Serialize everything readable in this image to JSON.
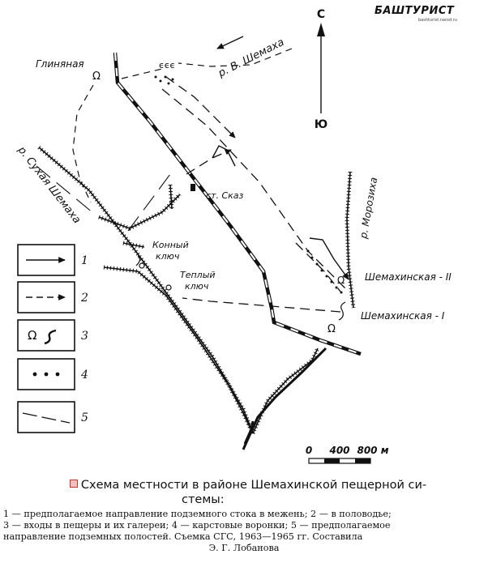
{
  "brand": {
    "name": "БАШТУРИСТ",
    "site": "bashturist.narod.ru"
  },
  "compass": {
    "north": "С",
    "south": "Ю"
  },
  "labels": {
    "glinyanaya": "Глиняная",
    "v_shemakha": "р. В. Шемаха",
    "sukhaya_shemakha": "р. Сухая Шемаха",
    "st_skaz": "ст. Сказ",
    "moroznikha": "р. Морозиха",
    "konny_klyuch_1": "Конный",
    "konny_klyuch_2": "ключ",
    "teply_klyuch_1": "Теплый",
    "teply_klyuch_2": "ключ",
    "shemakhinskaya_2": "Шемахинская - II",
    "shemakhinskaya_1": "Шемахинская - I"
  },
  "legend": [
    {
      "num": "1",
      "symbol": "solid-arrow"
    },
    {
      "num": "2",
      "symbol": "dashed-arrow"
    },
    {
      "num": "3",
      "symbol": "cave-entrance"
    },
    {
      "num": "4",
      "symbol": "karst-dots"
    },
    {
      "num": "5",
      "symbol": "long-dash"
    }
  ],
  "scale": {
    "labels": [
      "0",
      "400",
      "800 м"
    ]
  },
  "caption": {
    "title_part1": "Схема местности в районе Шемахинской пещерной си-",
    "title_part2": "стемы:",
    "line1": "1 — предполагаемое направление подземного стока в межень; 2 — в половодье;",
    "line2": "3 — входы в пещеры и их галереи; 4 — карстовые воронки; 5 — предполагаемое",
    "line3": "направление подземных полостей. Съемка СГС, 1963—1965 гг. Составила",
    "line4": "Э. Г. Лобанова"
  }
}
